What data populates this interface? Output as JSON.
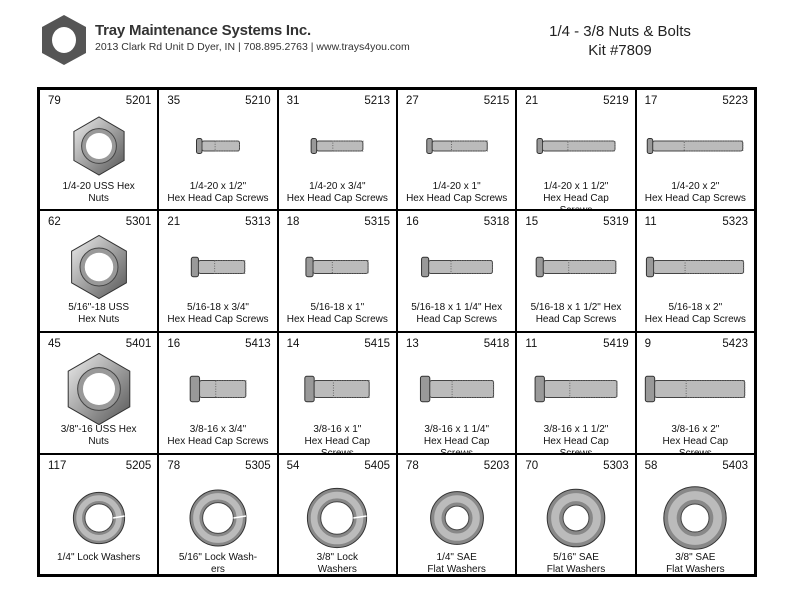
{
  "header": {
    "company": "Tray Maintenance Systems Inc.",
    "address": "2013 Clark Rd Unit D Dyer, IN | 708.895.2763 | www.trays4you.com",
    "title_line1": "1/4 - 3/8 Nuts & Bolts",
    "title_line2": "Kit #7809"
  },
  "colors": {
    "logo": "#555555",
    "border": "#000000"
  },
  "items": [
    {
      "qty": "79",
      "part": "5201",
      "icon": "hex-nut",
      "size": 0.5,
      "label": [
        "1/4-20 USS Hex",
        "Nuts"
      ]
    },
    {
      "qty": "35",
      "part": "5210",
      "icon": "bolt",
      "size": 0.5,
      "label": [
        "1/4-20 x 1/2\"",
        "Hex Head Cap Screws"
      ]
    },
    {
      "qty": "31",
      "part": "5213",
      "icon": "bolt",
      "size": 0.75,
      "label": [
        "1/4-20 x 3/4\"",
        "Hex Head Cap Screws"
      ]
    },
    {
      "qty": "27",
      "part": "5215",
      "icon": "bolt",
      "size": 1,
      "label": [
        "1/4-20 x 1\"",
        "Hex Head Cap Screws"
      ]
    },
    {
      "qty": "21",
      "part": "5219",
      "icon": "bolt",
      "size": 1.5,
      "label": [
        "1/4-20 x 1 1/2\"",
        "Hex Head Cap",
        "Screws"
      ]
    },
    {
      "qty": "17",
      "part": "5223",
      "icon": "bolt",
      "size": 2,
      "label": [
        "1/4-20 x 2\"",
        "Hex Head Cap Screws"
      ]
    },
    {
      "qty": "62",
      "part": "5301",
      "icon": "hex-nut",
      "size": 0.62,
      "label": [
        "5/16\"-18 USS",
        "Hex Nuts"
      ]
    },
    {
      "qty": "21",
      "part": "5313",
      "icon": "bolt",
      "size": 0.75,
      "label": [
        "5/16-18 x 3/4\"",
        "Hex Head Cap Screws"
      ]
    },
    {
      "qty": "18",
      "part": "5315",
      "icon": "bolt",
      "size": 1,
      "label": [
        "5/16-18 x 1\"",
        "Hex Head Cap Screws"
      ]
    },
    {
      "qty": "16",
      "part": "5318",
      "icon": "bolt",
      "size": 1.25,
      "label": [
        "5/16-18 x 1 1/4\" Hex",
        "Head Cap Screws"
      ]
    },
    {
      "qty": "15",
      "part": "5319",
      "icon": "bolt",
      "size": 1.5,
      "label": [
        "5/16-18 x 1 1/2\" Hex",
        "Head Cap Screws"
      ]
    },
    {
      "qty": "11",
      "part": "5323",
      "icon": "bolt",
      "size": 2,
      "label": [
        "5/16-18 x 2\"",
        "Hex Head Cap Screws"
      ]
    },
    {
      "qty": "45",
      "part": "5401",
      "icon": "hex-nut",
      "size": 0.8,
      "label": [
        "3/8\"-16 USS Hex",
        "Nuts"
      ]
    },
    {
      "qty": "16",
      "part": "5413",
      "icon": "bolt",
      "size": 0.75,
      "label": [
        "3/8-16 x 3/4\"",
        "Hex Head Cap Screws"
      ]
    },
    {
      "qty": "14",
      "part": "5415",
      "icon": "bolt",
      "size": 1,
      "label": [
        "3/8-16 x 1\"",
        "Hex Head Cap",
        "Screws"
      ]
    },
    {
      "qty": "13",
      "part": "5418",
      "icon": "bolt",
      "size": 1.25,
      "label": [
        "3/8-16 x 1 1/4\"",
        "Hex Head Cap",
        "Screws"
      ]
    },
    {
      "qty": "11",
      "part": "5419",
      "icon": "bolt",
      "size": 1.5,
      "label": [
        "3/8-16 x 1 1/2\"",
        "Hex Head Cap",
        "Screws"
      ]
    },
    {
      "qty": "9",
      "part": "5423",
      "icon": "bolt",
      "size": 2,
      "label": [
        "3/8-16 x 2\"",
        "Hex Head Cap",
        "Screws"
      ]
    },
    {
      "qty": "117",
      "part": "5205",
      "icon": "lock-washer",
      "size": 0.6,
      "label": [
        "1/4\" Lock Washers"
      ]
    },
    {
      "qty": "78",
      "part": "5305",
      "icon": "lock-washer",
      "size": 0.75,
      "label": [
        "5/16\" Lock Wash-",
        "ers"
      ]
    },
    {
      "qty": "54",
      "part": "5405",
      "icon": "lock-washer",
      "size": 0.85,
      "label": [
        "3/8\" Lock",
        "Washers"
      ]
    },
    {
      "qty": "78",
      "part": "5203",
      "icon": "flat-washer",
      "size": 0.65,
      "label": [
        "1/4\" SAE",
        "Flat Washers"
      ]
    },
    {
      "qty": "70",
      "part": "5303",
      "icon": "flat-washer",
      "size": 0.8,
      "label": [
        "5/16\" SAE",
        "Flat Washers"
      ]
    },
    {
      "qty": "58",
      "part": "5403",
      "icon": "flat-washer",
      "size": 0.95,
      "label": [
        "3/8\" SAE",
        "Flat Washers"
      ]
    }
  ]
}
